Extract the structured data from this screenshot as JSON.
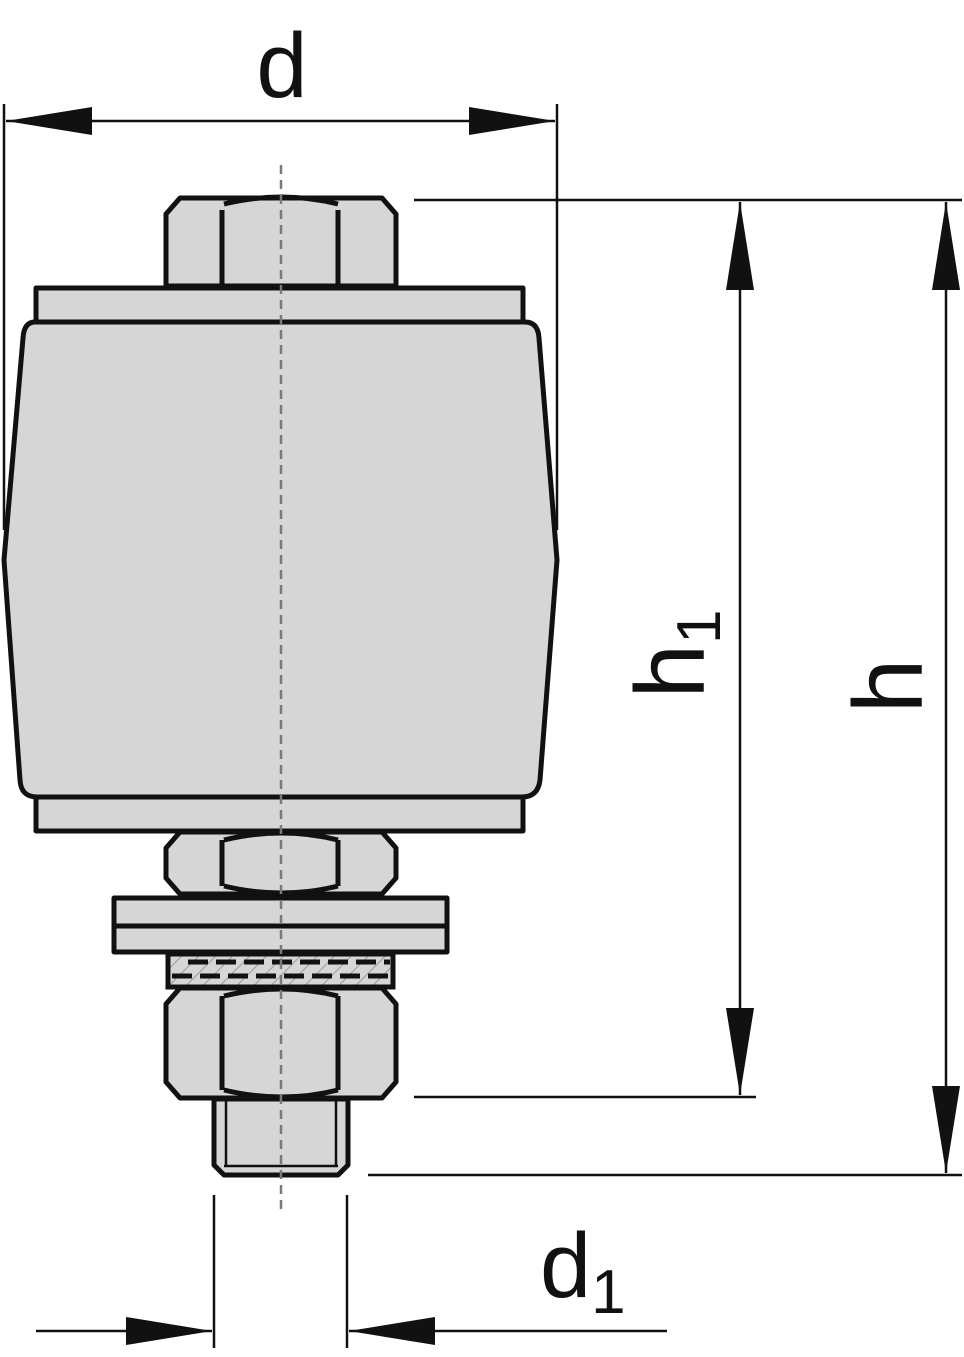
{
  "drawing": {
    "labels": {
      "d": "d",
      "d1_main": "d",
      "d1_sub": "1",
      "h": "h",
      "h1_main": "h",
      "h1_sub": "1"
    },
    "colors": {
      "part_fill": "#d6d6d6",
      "outline": "#111111",
      "center_axis": "#7a7a7a",
      "background": "#ffffff"
    }
  }
}
